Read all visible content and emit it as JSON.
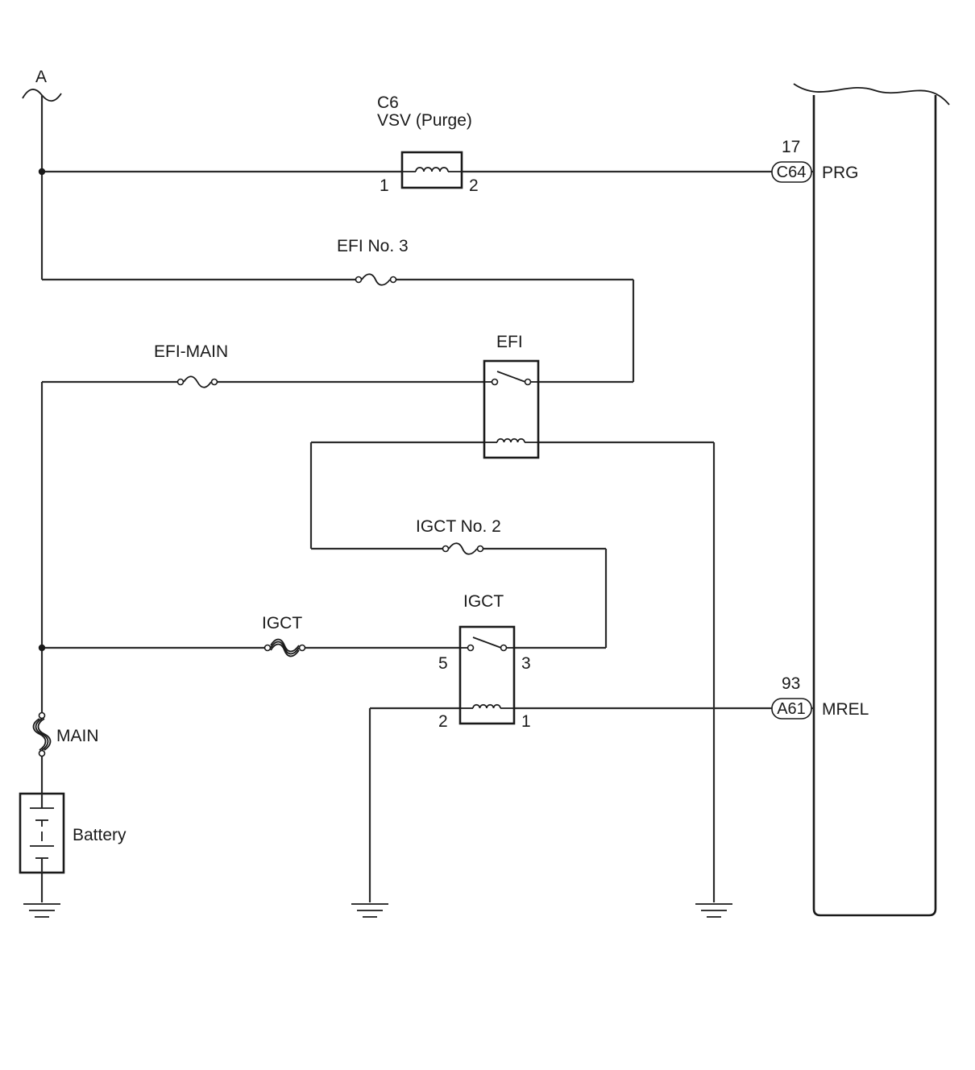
{
  "connection_point": "A",
  "vsv": {
    "code": "C6",
    "name": "VSV (Purge)",
    "pin_in": "1",
    "pin_out": "2"
  },
  "ecm": {
    "prg": {
      "pin": "17",
      "connector": "C64",
      "signal": "PRG"
    },
    "mrel": {
      "pin": "93",
      "connector": "A61",
      "signal": "MREL"
    }
  },
  "fuses": {
    "efi_no3": "EFI No. 3",
    "efi_main": "EFI-MAIN",
    "igct_no2": "IGCT No. 2",
    "igct": "IGCT",
    "main": "MAIN"
  },
  "relays": {
    "efi": {
      "name": "EFI"
    },
    "igct": {
      "name": "IGCT",
      "pin5": "5",
      "pin3": "3",
      "pin2": "2",
      "pin1": "1"
    }
  },
  "battery": "Battery",
  "icons": {
    "fuse": "fuse-icon",
    "fusible_link": "fusible-link-icon",
    "relay_switch": "relay-switch-icon",
    "relay_coil": "relay-coil-icon",
    "ground": "ground-icon",
    "battery": "battery-icon"
  }
}
